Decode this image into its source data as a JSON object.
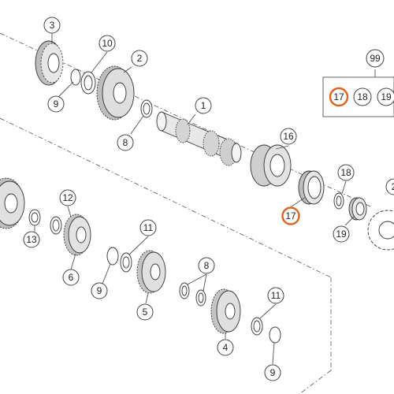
{
  "callouts": {
    "c1": "1",
    "c2": "2",
    "c3": "3",
    "c4": "4",
    "c5": "5",
    "c6": "6",
    "c8a": "8",
    "c8b": "8",
    "c9a": "9",
    "c9b": "9",
    "c9c": "9",
    "c10": "10",
    "c11a": "11",
    "c11b": "11",
    "c12": "12",
    "c13": "13",
    "c16": "16",
    "c17a": "17",
    "c17b": "17",
    "c18a": "18",
    "c18b": "18",
    "c19a": "19",
    "c19b": "19",
    "c2b": "2",
    "c99": "99"
  },
  "colors": {
    "highlight": "#e2621b",
    "line": "#444444",
    "part_fill": "#d9d9d9"
  }
}
